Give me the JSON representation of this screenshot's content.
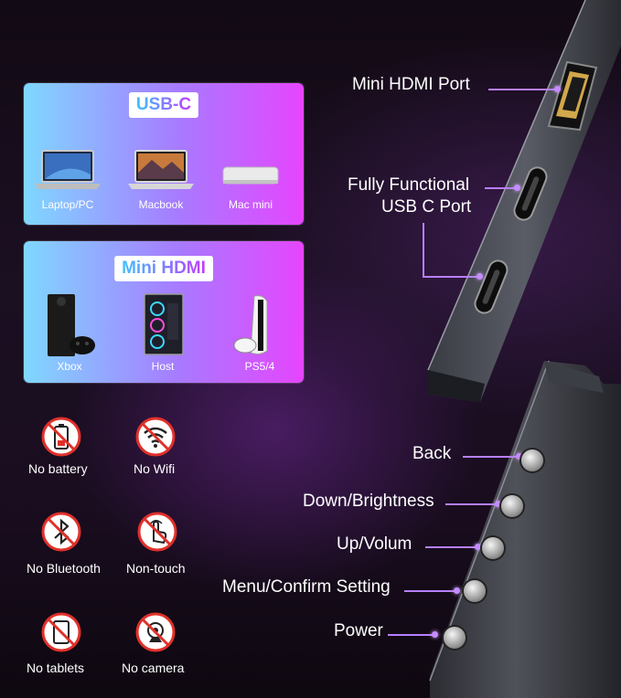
{
  "usbc_card": {
    "title": "USB-C",
    "devices": [
      {
        "label": "Laptop/PC",
        "icon": "laptop-icon"
      },
      {
        "label": "Macbook",
        "icon": "macbook-icon"
      },
      {
        "label": "Mac mini",
        "icon": "mac-mini-icon"
      }
    ]
  },
  "hdmi_card": {
    "title": "Mini HDMI",
    "devices": [
      {
        "label": "Xbox",
        "icon": "xbox-icon"
      },
      {
        "label": "Host",
        "icon": "pc-tower-icon"
      },
      {
        "label": "PS5/4",
        "icon": "playstation-icon"
      }
    ]
  },
  "not_supported": [
    {
      "label": "No battery",
      "icon": "battery-icon"
    },
    {
      "label": "No Wifi",
      "icon": "wifi-icon"
    },
    {
      "label": "No Bluetooth",
      "icon": "bluetooth-icon"
    },
    {
      "label": "Non-touch",
      "icon": "touch-hand-icon"
    },
    {
      "label": "No tablets",
      "icon": "tablet-icon"
    },
    {
      "label": "No camera",
      "icon": "camera-icon"
    }
  ],
  "ports": [
    {
      "label": "Mini HDMI Port"
    },
    {
      "label_line1": "Fully Functional",
      "label_line2": "USB C Port"
    }
  ],
  "buttons": [
    {
      "label": "Back"
    },
    {
      "label": "Down/Brightness"
    },
    {
      "label": "Up/Volum"
    },
    {
      "label": "Menu/Confirm Setting"
    },
    {
      "label": "Power"
    }
  ],
  "colors": {
    "accent": "#b77fff",
    "card_left": "#7fd8ff",
    "card_right": "#e645ff",
    "ban_red": "#e0302a"
  }
}
